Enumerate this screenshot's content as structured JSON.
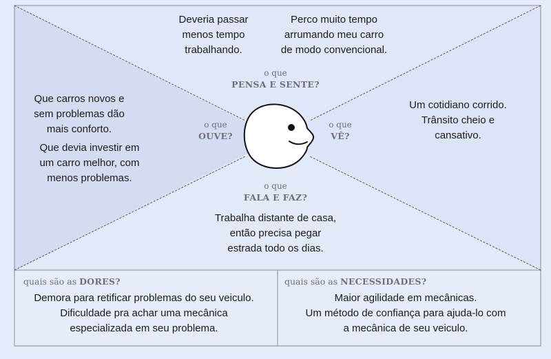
{
  "colors": {
    "background": "#e4ebfa",
    "top_bottom_panel": "#dce6f8",
    "side_panel": "#d3dcf0",
    "line": "#6c6c74"
  },
  "center_icon": "face-profile-icon",
  "thinks": {
    "prefix": "o que",
    "title": "PENSA E SENTE?",
    "notes": [
      "Deveria passar\nmenos tempo\ntrabalhando.",
      "Perco muito tempo\narrumando meu carro\nde modo convencional."
    ]
  },
  "hears": {
    "prefix": "o que",
    "title": "OUVE?",
    "notes": [
      "Que carros novos e\nsem problemas dão\nmais conforto.",
      "Que devia investir em\num carro melhor, com\nmenos problemas."
    ]
  },
  "sees": {
    "prefix": "o que",
    "title": "VÊ?",
    "notes": [
      "Um cotidiano corrido.\nTrânsito cheio e\ncansativo."
    ]
  },
  "says_does": {
    "prefix": "o que",
    "title": "FALA E FAZ?",
    "notes": [
      "Trabalha distante de casa,\nentão precisa pegar\nestrada todo os dias."
    ]
  },
  "pains": {
    "prefix": "quais são as",
    "title": "DORES?",
    "notes": [
      "Demora para retificar problemas do seu veiculo.\nDificuldade pra achar uma mecânica\nespecializada em seu problema."
    ]
  },
  "needs": {
    "prefix": "quais são as",
    "title": "NECESSIDADES?",
    "notes": [
      "Maior agilidade em mecânicas.\nUm método de confiança para ajuda-lo com\na mecânica de seu veiculo."
    ]
  }
}
